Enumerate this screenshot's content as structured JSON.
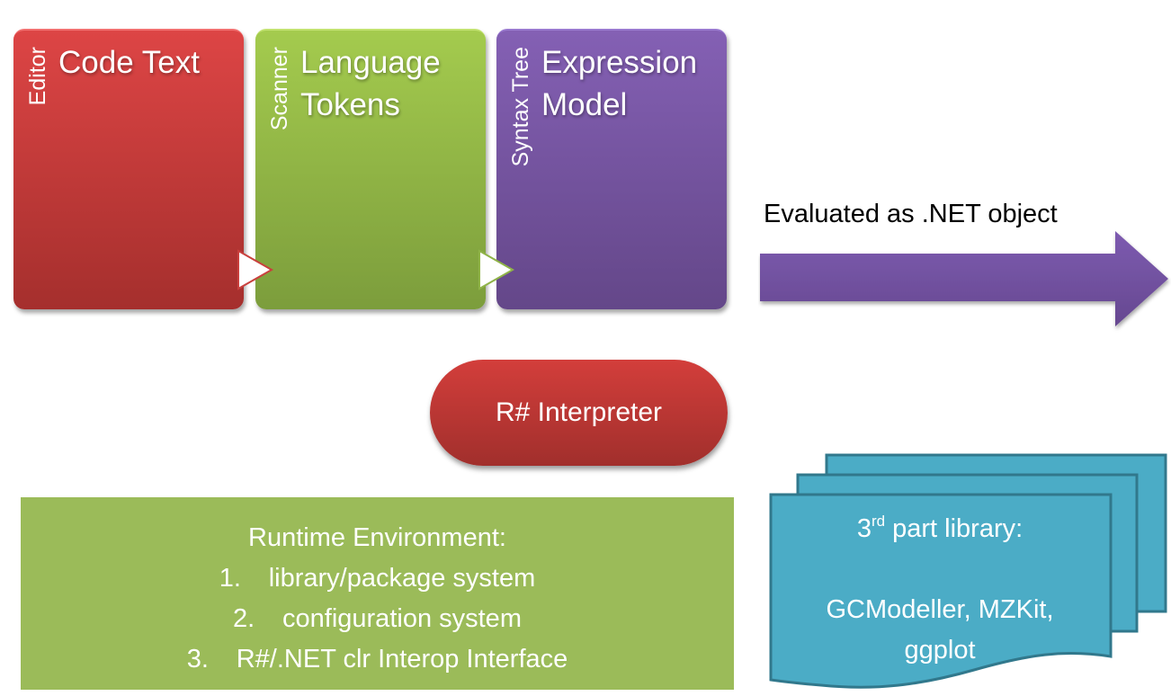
{
  "pipeline": [
    {
      "stage": "Editor",
      "title": "Code Text",
      "color": "#d13f3d"
    },
    {
      "stage": "Scanner",
      "title": "Language Tokens",
      "color": "#94bb47"
    },
    {
      "stage": "Syntax Tree",
      "title": "Expression Model",
      "color": "#7553a0"
    }
  ],
  "evaluation": {
    "label": "Evaluated as .NET object",
    "arrow_color": "#7352a0"
  },
  "interpreter": {
    "label": "R# Interpreter",
    "color": "#c23936"
  },
  "runtime": {
    "title": "Runtime Environment:",
    "items": [
      {
        "num": "1.",
        "text": "library/package system"
      },
      {
        "num": "2.",
        "text": "configuration system"
      },
      {
        "num": "3.",
        "text": "R#/.NET clr Interop Interface"
      }
    ],
    "color": "#9bbb59"
  },
  "library": {
    "title_prefix": "3",
    "title_sup": "rd",
    "title_rest": " part library:",
    "libraries_line1": "GCModeller, MZKit,",
    "libraries_line2": "ggplot",
    "color": "#4bacc6"
  }
}
